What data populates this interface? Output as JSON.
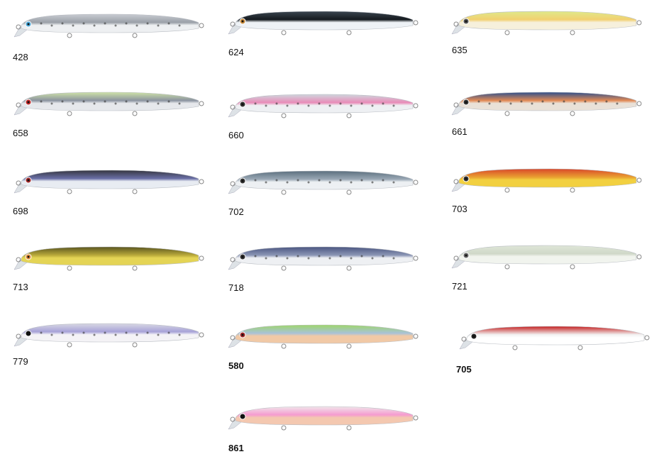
{
  "lures": [
    {
      "code": "428",
      "back": "#c9ccd2",
      "belly": "#eef0f2",
      "stripe": "#9aa0a8",
      "eye": "#4aa7d8",
      "spots": true
    },
    {
      "code": "624",
      "back": "#3b4650",
      "belly": "#eef2f6",
      "stripe": "#151a1f",
      "eye": "#c88a3a",
      "spots": false
    },
    {
      "code": "635",
      "back": "#dfe98a",
      "belly": "#f6f0dc",
      "stripe": "#f2d070",
      "eye": "#555",
      "spots": false
    },
    {
      "code": "658",
      "back": "#cfe3a8",
      "belly": "#e6e8ec",
      "stripe": "#8b93a0",
      "eye": "#c02a2a",
      "spots": true
    },
    {
      "code": "660",
      "back": "#cfd6dd",
      "belly": "#eef0f3",
      "stripe": "#e98bb8",
      "eye": "#333",
      "spots": true
    },
    {
      "code": "661",
      "back": "#2e4f8c",
      "belly": "#e9e1d8",
      "stripe": "#e28a55",
      "eye": "#333",
      "spots": true
    },
    {
      "code": "698",
      "back": "#35363f",
      "belly": "#e8ecf2",
      "stripe": "#6a6fa6",
      "eye": "#a02828",
      "spots": false
    },
    {
      "code": "702",
      "back": "#5b6f7e",
      "belly": "#edf0f3",
      "stripe": "#9aa8b5",
      "eye": "#333",
      "spots": true
    },
    {
      "code": "703",
      "back": "#d9472a",
      "belly": "#f2d040",
      "stripe": "#e9a030",
      "eye": "#333",
      "spots": false
    },
    {
      "code": "713",
      "back": "#5a5520",
      "belly": "#e4d455",
      "stripe": "#b9a93a",
      "eye": "#e08a3a",
      "spots": false
    },
    {
      "code": "718",
      "back": "#4a5580",
      "belly": "#eef0f3",
      "stripe": "#8b96b5",
      "eye": "#333",
      "spots": true
    },
    {
      "code": "721",
      "back": "#dfe6d8",
      "belly": "#f1f4ee",
      "stripe": "#cfd8c8",
      "eye": "#666",
      "spots": false
    },
    {
      "code": "779",
      "back": "#d8d8e4",
      "belly": "#f4f3f6",
      "stripe": "#a7a2d8",
      "eye": "#111",
      "spots": true
    },
    {
      "code": "580",
      "back": "#9ed66a",
      "belly": "#f1c9a6",
      "stripe": "#a9c2d8",
      "eye": "#a02828",
      "spots": false
    },
    {
      "code": "705",
      "back": "#c41f1f",
      "belly": "#ffffff",
      "stripe": "#f2f2f2",
      "eye": "#222",
      "spots": false
    },
    {
      "code": "861",
      "back": "#f0e6ea",
      "belly": "#f4c8b0",
      "stripe": "#f59bd0",
      "eye": "#111",
      "spots": false
    }
  ]
}
